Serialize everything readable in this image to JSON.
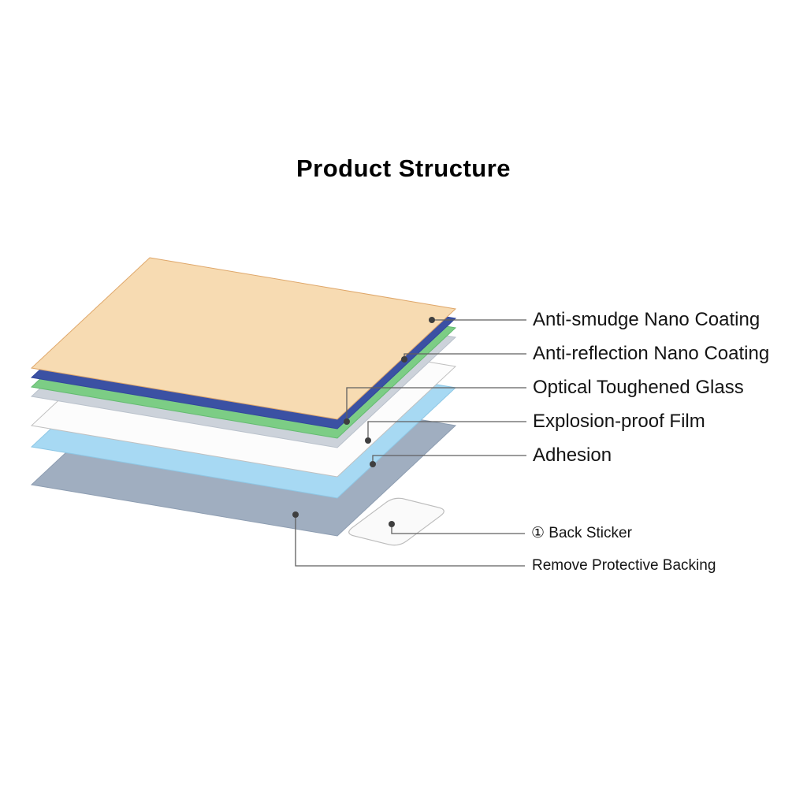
{
  "title": "Product Structure",
  "layers": [
    {
      "id": "anti-smudge-nano-coating",
      "color": "#f7dbb2",
      "stroke": "#dfa76a"
    },
    {
      "id": "anti-reflection-nano-coating",
      "color": "#3b51a3",
      "stroke": "#32479c"
    },
    {
      "id": "optical-toughened-glass",
      "color": "#7ccd85",
      "stroke": "#63bb70"
    },
    {
      "id": "glass-underside",
      "color": "#ccd2da",
      "stroke": "#b9c1cb"
    },
    {
      "id": "explosion-proof-film",
      "color": "#fcfcfc",
      "stroke": "#c0c0c0"
    },
    {
      "id": "adhesion",
      "color": "#a7d9f3",
      "stroke": "#8ec7e5"
    },
    {
      "id": "protective-backing",
      "color": "#a0aec0",
      "stroke": "#8d9db1"
    }
  ],
  "sticker": {
    "id": "back-sticker",
    "color": "#fafafa",
    "stroke": "#bcbcbc"
  },
  "callouts": [
    {
      "label": "Anti-smudge Nano Coating"
    },
    {
      "label": "Anti-reflection Nano Coating"
    },
    {
      "label": "Optical Toughened Glass"
    },
    {
      "label": "Explosion-proof Film"
    },
    {
      "label": "Adhesion"
    },
    {
      "label": "① Back Sticker"
    },
    {
      "label": "Remove Protective Backing"
    }
  ],
  "line_color": "#5f5f5f",
  "dot_color": "#3f3f3f"
}
